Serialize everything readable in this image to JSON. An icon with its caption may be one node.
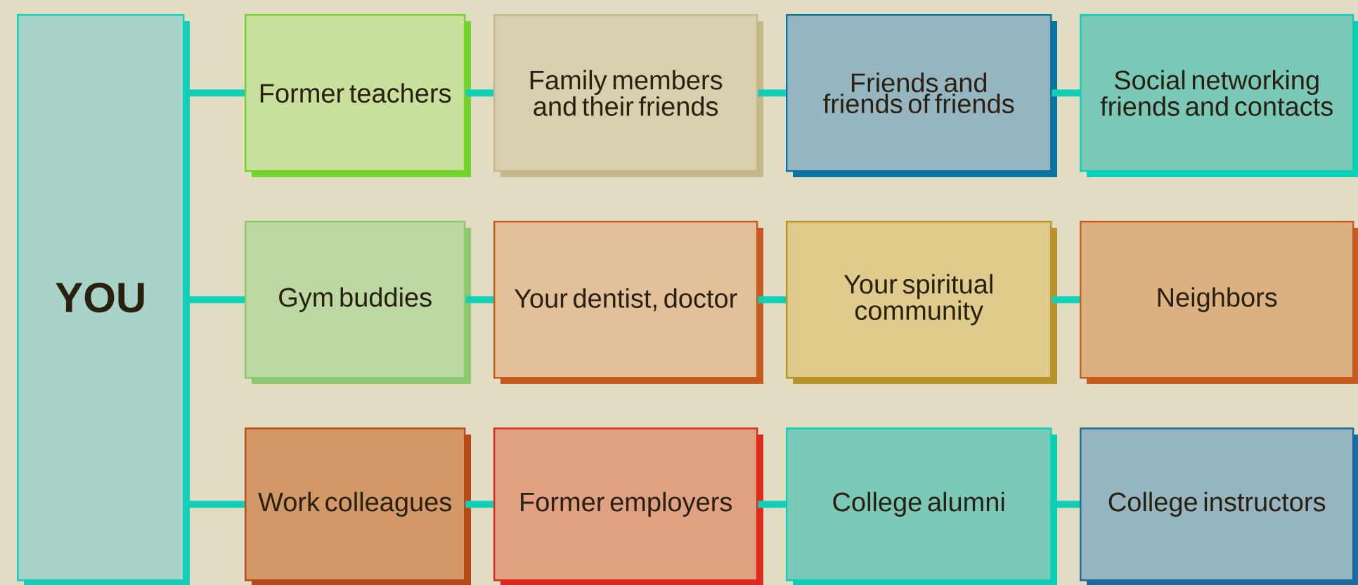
{
  "diagram": {
    "nodes": [
      {
        "text": [
          "YOU"
        ]
      },
      {
        "text": [
          "Former teachers"
        ]
      },
      {
        "text": [
          "Family members and their friends"
        ]
      },
      {
        "text": [
          "Friends and friends of friends"
        ]
      },
      {
        "text": [
          "Social networking friends and contacts"
        ]
      },
      {
        "text": [
          "Gym buddies"
        ]
      },
      {
        "text": [
          "Your dentist, doctor"
        ]
      },
      {
        "text": [
          "Your spiritual community"
        ]
      },
      {
        "text": [
          "Neighbors"
        ]
      },
      {
        "text": [
          "Work colleagues"
        ]
      },
      {
        "text": [
          "Former employers"
        ]
      },
      {
        "text": [
          "College alumni"
        ]
      },
      {
        "text": [
          "College instructors"
        ]
      }
    ],
    "edges": [
      {
        "from": 0,
        "to": 1,
        "arrow": "none"
      },
      {
        "from": 1,
        "to": 2,
        "arrow": "none"
      },
      {
        "from": 2,
        "to": 3,
        "arrow": "none"
      },
      {
        "from": 3,
        "to": 4,
        "arrow": "none"
      },
      {
        "from": 0,
        "to": 5,
        "arrow": "none"
      },
      {
        "from": 5,
        "to": 6,
        "arrow": "none"
      },
      {
        "from": 6,
        "to": 7,
        "arrow": "none"
      },
      {
        "from": 7,
        "to": 8,
        "arrow": "none"
      },
      {
        "from": 0,
        "to": 9,
        "arrow": "none"
      },
      {
        "from": 9,
        "to": 10,
        "arrow": "none"
      },
      {
        "from": 10,
        "to": 11,
        "arrow": "none"
      },
      {
        "from": 11,
        "to": 12,
        "arrow": "none"
      }
    ]
  }
}
